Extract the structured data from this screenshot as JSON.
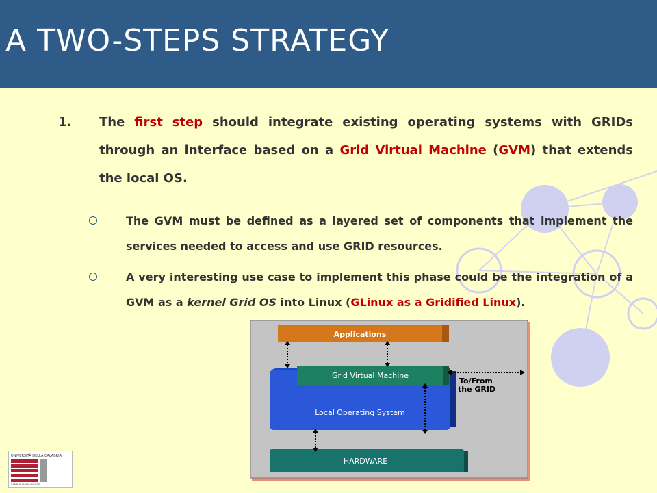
{
  "slide": {
    "title": "A TWO-STEPS STRATEGY",
    "step1": {
      "number": "1.",
      "t1": "The ",
      "t2": "first step",
      "t3": " should integrate existing operating systems with GRIDs through an interface based on a ",
      "t4": "Grid Virtual Machine",
      "t5": " (",
      "t6": "GVM",
      "t7": ") that extends the local OS."
    },
    "bullet1": {
      "text": "The GVM must be defined as a layered set of components that implement the services needed to access and use GRID resources."
    },
    "bullet2": {
      "t1": "A very interesting use case to implement this phase could be the integration of a GVM as a ",
      "t2": "kernel Grid OS",
      "t3": " into Linux (",
      "t4": "GLinux as a Gridified Linux",
      "t5": ")."
    }
  },
  "diagram": {
    "applications": "Applications",
    "gvm": "Grid Virtual Machine",
    "local_os": "Local Operating System",
    "hardware": "HARDWARE",
    "to_from_1": "To/From",
    "to_from_2": "the GRID"
  },
  "logo": {
    "line1": "UNIVERSITÀ DELLA CALABRIA",
    "line2": "CAMPUS DI ARCAVACATA"
  },
  "colors": {
    "header": "#2e5b87",
    "background": "#ffffcc",
    "highlight": "#c00000"
  }
}
